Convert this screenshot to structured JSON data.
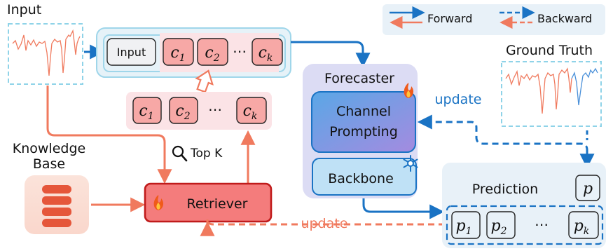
{
  "title_input": "Input",
  "title_ground_truth": "Ground Truth",
  "knowledge_base": {
    "line1": "Knowledge",
    "line2": "Base"
  },
  "input_row": {
    "input_label": "Input",
    "dots": "⋯"
  },
  "candidates": [
    {
      "base": "c",
      "sub": "1"
    },
    {
      "base": "c",
      "sub": "2"
    },
    {
      "base": "c",
      "sub": "k"
    }
  ],
  "retrieved": {
    "dots": "⋯"
  },
  "top_k_label": "Top K",
  "retriever_label": "Retriever",
  "forecaster": {
    "title": "Forecaster",
    "channel_line1": "Channel",
    "channel_line2": "Prompting",
    "backbone": "Backbone"
  },
  "update_blue": "update",
  "update_red": "update",
  "prediction": {
    "title": "Prediction",
    "single": {
      "base": "p",
      "sub": ""
    },
    "items": [
      {
        "base": "p",
        "sub": "1"
      },
      {
        "base": "p",
        "sub": "2"
      },
      {
        "base": "p",
        "sub": "k"
      }
    ],
    "dots": "⋯"
  },
  "legend": {
    "forward": "Forward",
    "backward": "Backward"
  },
  "colors": {
    "forward_blue": "#1a73c4",
    "backward_blue": "#1a73c4",
    "forward_red": "#f07a5e",
    "backward_red": "#f07a5e",
    "candidate_fill": "#f7a8a6",
    "retriever_fill": "#f47c7c",
    "forecaster_bg": "#dcdcf4",
    "input_panel_bg": "#e6f2f8",
    "prediction_bg": "#e8f1f8"
  },
  "icons": [
    "fire-icon",
    "snowflake-icon",
    "search-icon",
    "database-icon"
  ]
}
